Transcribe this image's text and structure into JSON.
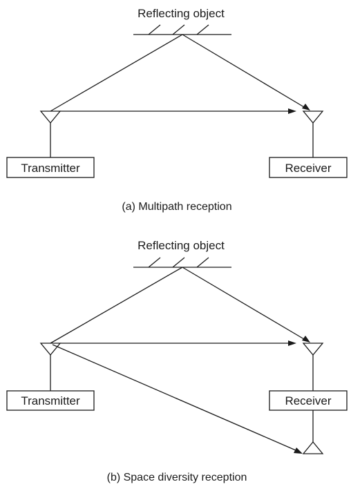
{
  "panel_a": {
    "reflector_label": "Reflecting object",
    "transmitter_label": "Transmitter",
    "receiver_label": "Receiver",
    "caption": "(a) Multipath reception"
  },
  "panel_b": {
    "reflector_label": "Reflecting object",
    "transmitter_label": "Transmitter",
    "receiver_label": "Receiver",
    "caption": "(b) Space diversity reception"
  }
}
